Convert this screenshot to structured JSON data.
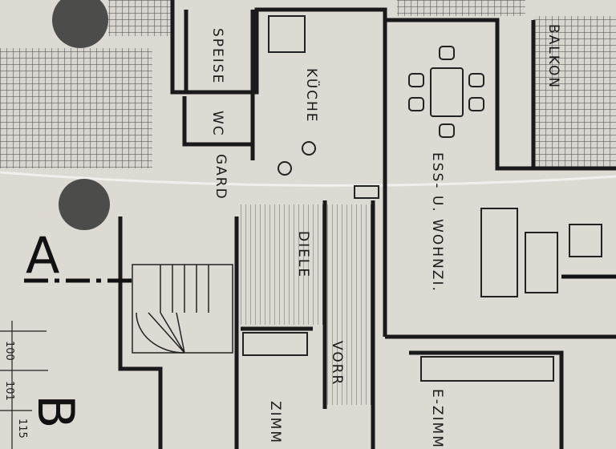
{
  "rooms": {
    "speise": "SPEISE",
    "wc": "WC",
    "kueche": "KÜCHE",
    "gard": "GARD",
    "diele": "DIELE",
    "ess_wohnzi": "ESS- U. WOHNZI.",
    "balkon": "BALKON",
    "vorr": "VORR",
    "zimm": "ZIMM",
    "e_zimm": "E-ZIMM"
  },
  "section_markers": {
    "a": "A",
    "b": "B"
  },
  "dimensions": [
    "100",
    "101",
    "115"
  ],
  "colors": {
    "paper": "#dcdad3",
    "ink": "#1a1a1a"
  }
}
